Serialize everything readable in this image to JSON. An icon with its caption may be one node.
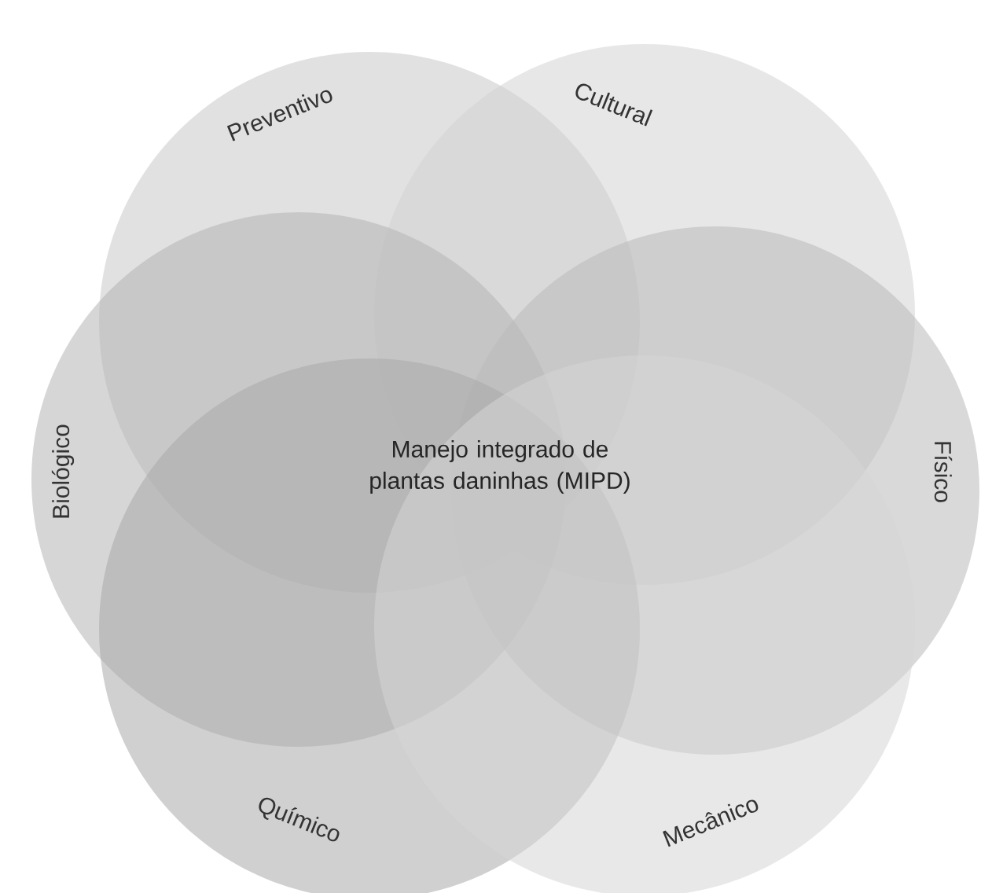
{
  "diagram": {
    "nodes": [
      {
        "text": [
          "Preventivo"
        ]
      },
      {
        "text": [
          "Cultural"
        ]
      },
      {
        "text": [
          "Biológico"
        ]
      },
      {
        "text": [
          "Físico"
        ]
      },
      {
        "text": [
          "Químico"
        ]
      },
      {
        "text": [
          "Mecânico"
        ]
      },
      {
        "text": [
          "Manejo integrado de plantas daninhas (MIPD)"
        ]
      }
    ]
  }
}
